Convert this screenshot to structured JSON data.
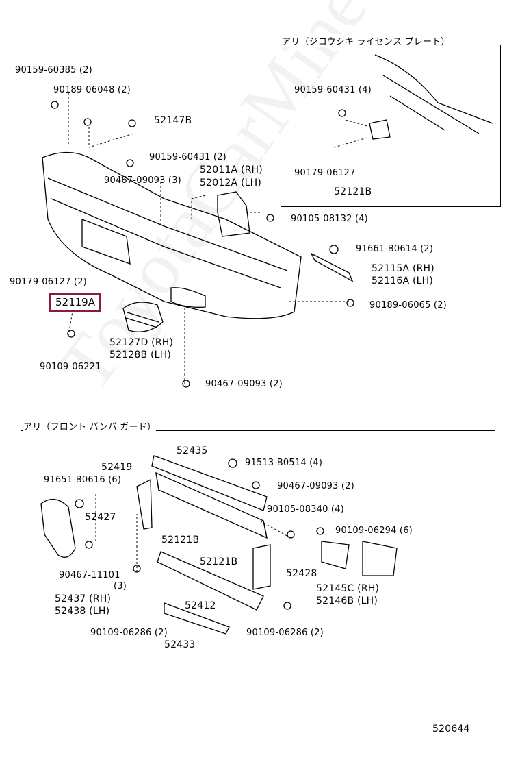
{
  "watermark": "ToyotaCarMine.ru",
  "inset_top": {
    "title": "アリ（ジコウシキ ライセンス プレート）",
    "labels": [
      "90159-60431 (4)",
      "90179-06127",
      "52121B"
    ]
  },
  "inset_bottom": {
    "title": "アリ（フロント バンパ ガード）",
    "labels": [
      "52435",
      "52419",
      "91513-B0514 (4)",
      "91651-B0616 (6)",
      "90467-09093 (2)",
      "90105-08340 (4)",
      "52427",
      "52121B",
      "52121B",
      "90109-06294 (6)",
      "90467-11101",
      "(3)",
      "52428",
      "52437 (RH)",
      "52438 (LH)",
      "52412",
      "52145C (RH)",
      "52146B (LH)",
      "90109-06286 (2)",
      "52433",
      "90109-06286 (2)"
    ]
  },
  "main": {
    "highlighted_part": "52119A",
    "labels": [
      "90159-60385 (2)",
      "90189-06048 (2)",
      "52147B",
      "90159-60431 (2)",
      "52011A (RH)",
      "52012A (LH)",
      "90467-09093 (3)",
      "90105-08132 (4)",
      "91661-B0614 (2)",
      "52115A (RH)",
      "52116A (LH)",
      "90179-06127 (2)",
      "90189-06065 (2)",
      "52127D (RH)",
      "52128B (LH)",
      "90109-06221",
      "90467-09093 (2)"
    ]
  },
  "diagram_id": "520644"
}
